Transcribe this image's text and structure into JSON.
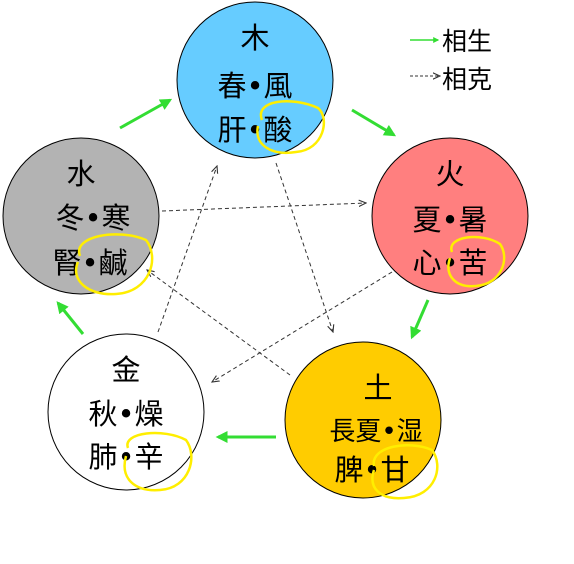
{
  "legend": {
    "generating_label": "相生",
    "overcoming_label": "相克"
  },
  "elements": [
    {
      "key": "wood",
      "line1": "木",
      "line2": "春•風",
      "line3": "肝•酸",
      "color": "#66ccff"
    },
    {
      "key": "fire",
      "line1": "火",
      "line2": "夏•暑",
      "line3": "心•苦",
      "color": "#ff7f7f"
    },
    {
      "key": "earth",
      "line1": "土",
      "line2": "長夏•湿",
      "line3": "脾•甘",
      "color": "#ffcc00"
    },
    {
      "key": "metal",
      "line1": "金",
      "line2": "秋•燥",
      "line3": "肺•辛",
      "color": "#ffffff"
    },
    {
      "key": "water",
      "line1": "水",
      "line2": "冬•寒",
      "line3": "腎•鹹",
      "color": "#b3b3b3"
    }
  ],
  "colors": {
    "generating_arrow": "#33dd33",
    "overcoming_arrow": "#333333",
    "highlight": "#ffee00",
    "outline": "#000000"
  }
}
